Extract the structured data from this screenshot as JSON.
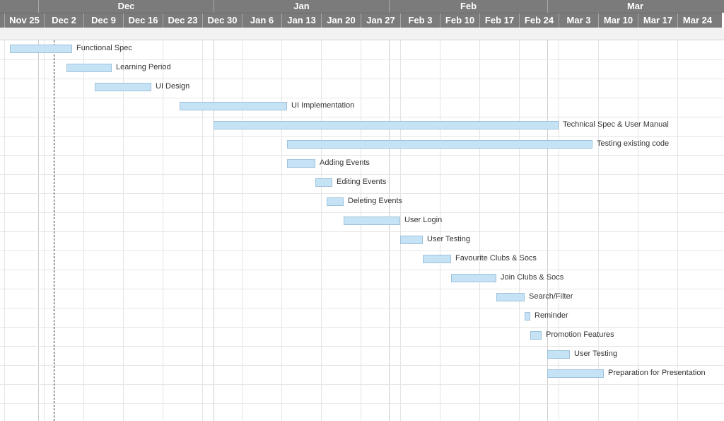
{
  "timeline": {
    "months": [
      "Dec",
      "Jan",
      "Feb",
      "Mar"
    ],
    "weeks": [
      "Nov 25",
      "Dec 2",
      "Dec 9",
      "Dec 16",
      "Dec 23",
      "Dec 30",
      "Jan 6",
      "Jan 13",
      "Jan 20",
      "Jan 27",
      "Feb 3",
      "Feb 10",
      "Feb 17",
      "Feb 24",
      "Mar 3",
      "Mar 10",
      "Mar 17",
      "Mar 24"
    ]
  },
  "tasks": [
    {
      "name": "Functional Spec",
      "start": "Nov 26",
      "end": "Dec 7"
    },
    {
      "name": "Learning Period",
      "start": "Dec 6",
      "end": "Dec 14"
    },
    {
      "name": "UI Design",
      "start": "Dec 11",
      "end": "Dec 21"
    },
    {
      "name": "UI Implementation",
      "start": "Dec 26",
      "end": "Jan 14"
    },
    {
      "name": "Technical Spec & User Manual",
      "start": "Jan 1",
      "end": "Mar 3"
    },
    {
      "name": "Testing existing code",
      "start": "Jan 14",
      "end": "Mar 9"
    },
    {
      "name": "Adding Events",
      "start": "Jan 14",
      "end": "Jan 19"
    },
    {
      "name": "Editing Events",
      "start": "Jan 19",
      "end": "Jan 22"
    },
    {
      "name": "Deleting Events",
      "start": "Jan 21",
      "end": "Jan 24"
    },
    {
      "name": "User Login",
      "start": "Jan 24",
      "end": "Feb 3"
    },
    {
      "name": "User Testing",
      "start": "Feb 3",
      "end": "Feb 7"
    },
    {
      "name": "Favourite Clubs & Socs",
      "start": "Feb 7",
      "end": "Feb 12"
    },
    {
      "name": "Join Clubs & Socs",
      "start": "Feb 12",
      "end": "Feb 20"
    },
    {
      "name": "Search/Filter",
      "start": "Feb 20",
      "end": "Feb 25"
    },
    {
      "name": "Reminder",
      "start": "Feb 25",
      "end": "Feb 26"
    },
    {
      "name": "Promotion Features",
      "start": "Feb 26",
      "end": "Feb 28"
    },
    {
      "name": "User Testing",
      "start": "Mar 1",
      "end": "Mar 5"
    },
    {
      "name": "Preparation for Presentation",
      "start": "Mar 1",
      "end": "Mar 11"
    }
  ],
  "today_marker": "Dec 4",
  "colors": {
    "header_bg": "#7b7b7b",
    "header_text": "#ffffff",
    "bar_fill": "#c6e2f5",
    "bar_border": "#9fc3dd",
    "grid": "#e4e4e4",
    "today_line": "#333333"
  }
}
